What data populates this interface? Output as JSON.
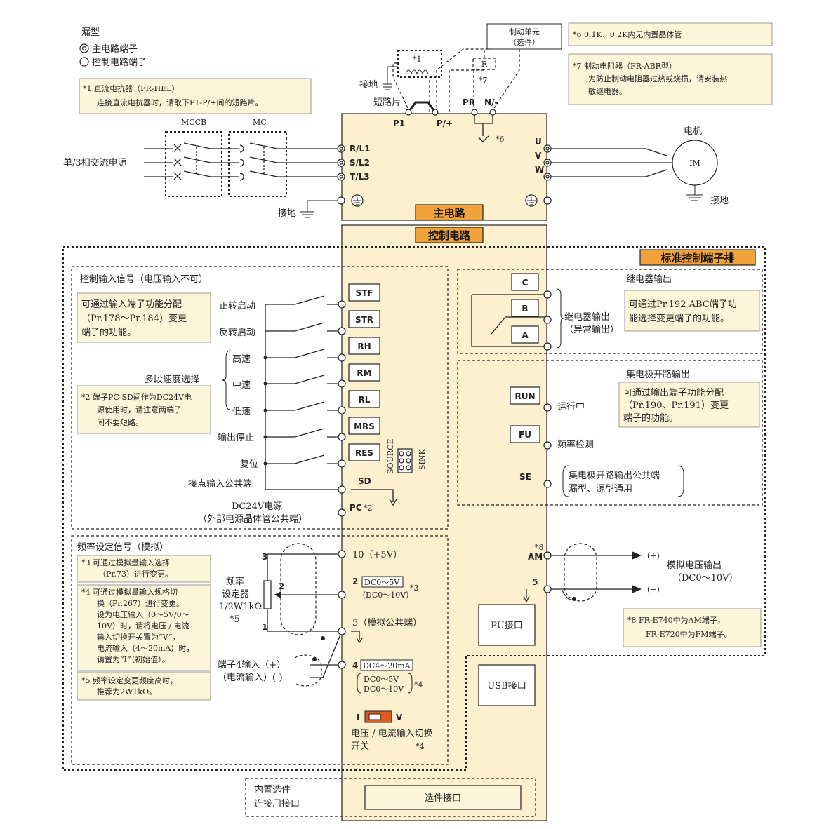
{
  "legend": {
    "title": "漏型",
    "main_circuit": "主电路端子",
    "control_circuit": "控制电路端子"
  },
  "notes": {
    "n1_l1": "*1.直流电抗器（FR-HEL）",
    "n1_l2": "连接直流电抗器时，请取下P1-P/+间的短路片。",
    "n6": "*6  0.1K、0.2K内无内置晶体管",
    "n7_l1": "*7  制动电阻器（FR-ABR型）",
    "n7_l2": "为防止制动电阻器过热或烧损，请安装热",
    "n7_l3": "敏继电器。",
    "n2_l1": "*2  端子PC-SD间作为DC24V电",
    "n2_l2": "源使用时，请注意两端子",
    "n2_l3": "间不要短路。",
    "n3_l1": "*3  可通过模拟量输入选择",
    "n3_l2": "（Pr.73）进行变更。",
    "n4_l1": "*4  可通过模拟量输入规格切",
    "n4_l2": "换（Pr.267）进行变更。",
    "n4_l3": "设为电压输入（0～5V/0～",
    "n4_l4": "10V）时，请将电压 / 电流",
    "n4_l5": "输入切换开关置为“V”，",
    "n4_l6": "电流输入（4～20mA）时，",
    "n4_l7": "请置为“I”（初始值）。",
    "n5_l1": "*5  频率设定变更频度高时，",
    "n5_l2": "推荐为2W1kΩ。",
    "n8_l1": "*8  FR-E740中为AM端子，",
    "n8_l2": "FR-E720中为FM端子。",
    "input_assign_l1": "可通过输入端子功能分配",
    "input_assign_l2": "（Pr.178～Pr.184）变更",
    "input_assign_l3": "端子的功能。",
    "relay_assign_l1": "可通过Pr.192 ABC端子功",
    "relay_assign_l2": "能选择变更端子的功能。",
    "oc_assign_l1": "可通过输出端子功能分配",
    "oc_assign_l2": "（Pr.190、Pr.191）变更",
    "oc_assign_l3": "端子的功能。"
  },
  "main": {
    "brake_unit_l1": "制动单元",
    "brake_unit_l2": "（选件）",
    "star1": "*1",
    "r_label": "R",
    "star7": "*7",
    "star6": "*6",
    "ground": "接地",
    "ground_motor": "接地",
    "ground_left": "接地",
    "jumper": "短路片",
    "p1": "P1",
    "pplus": "P/+",
    "pr": "PR",
    "nminus": "N/-",
    "mccb": "MCCB",
    "mc": "MC",
    "power": "单/3相交流电源",
    "rl1": "R/L1",
    "sl2": "S/L2",
    "tl3": "T/L3",
    "u": "U",
    "v": "V",
    "w": "W",
    "motor": "电机",
    "im": "IM",
    "main_circuit_label": "主电路",
    "control_circuit_label": "控制电路",
    "std_terminal_block": "标准控制端子排"
  },
  "inputs": {
    "title": "控制输入信号（电压输入不可）",
    "forward": "正转启动",
    "reverse": "反转启动",
    "high": "高速",
    "mid": "中速",
    "low": "低速",
    "multi": "多段速度选择",
    "output_stop": "输出停止",
    "reset": "复位",
    "contact_common": "接点输入公共端",
    "dc24v_l1": "DC24V电源",
    "dc24v_l2": "（外部电源晶体管公共端）",
    "source": "SOURCE",
    "sink": "SINK",
    "stf": "STF",
    "str": "STR",
    "rh": "RH",
    "rm": "RM",
    "rl": "RL",
    "mrs": "MRS",
    "res": "RES",
    "sd": "SD",
    "pc": "PC",
    "pc_star": "*2"
  },
  "relay": {
    "title": "继电器输出",
    "c": "C",
    "b": "B",
    "a": "A",
    "label_l1": "继电器输出",
    "label_l2": "（异常输出）"
  },
  "oc": {
    "title": "集电极开路输出",
    "run": "RUN",
    "fu": "FU",
    "se": "SE",
    "running": "运行中",
    "freq_detect": "频率检测",
    "common_l1": "集电极开路输出公共端",
    "common_l2": "漏型、源型通用"
  },
  "freq": {
    "title": "频率设定信号（模拟）",
    "t10": "10（+5V）",
    "t2": "2",
    "dc05": "DC0～5V",
    "dc010": "（DC0～10V）",
    "star3": "*3",
    "t5": "5（模拟公共端）",
    "t4": "4",
    "dc420": "DC4～20mA",
    "dc05b": "DC0～5V",
    "dc010b": "DC0～10V",
    "star4": "*4",
    "pot_l1": "频率",
    "pot_l2": "设定器",
    "pot_l3": "1/2W1kΩ",
    "pot_l4": "*5",
    "p3": "3",
    "p2": "2",
    "p1": "1",
    "t4in_l1": "端子4输入（+）",
    "t4in_l2": "（电流输入）(-)",
    "switch_i": "I",
    "switch_v": "V",
    "switch_l1": "电压 / 电流输入切换",
    "switch_l2": "开关",
    "switch_star": "*4"
  },
  "analog_out": {
    "am_star": "*8",
    "am": "AM",
    "five": "5",
    "plus": "(+)",
    "minus": "(−)",
    "label_l1": "模拟电压输出",
    "label_l2": "（DC0～10V）"
  },
  "ports": {
    "pu": "PU接口",
    "usb": "USB接口",
    "option": "选件接口",
    "builtin_l1": "内置选件",
    "builtin_l2": "连接用接口"
  }
}
